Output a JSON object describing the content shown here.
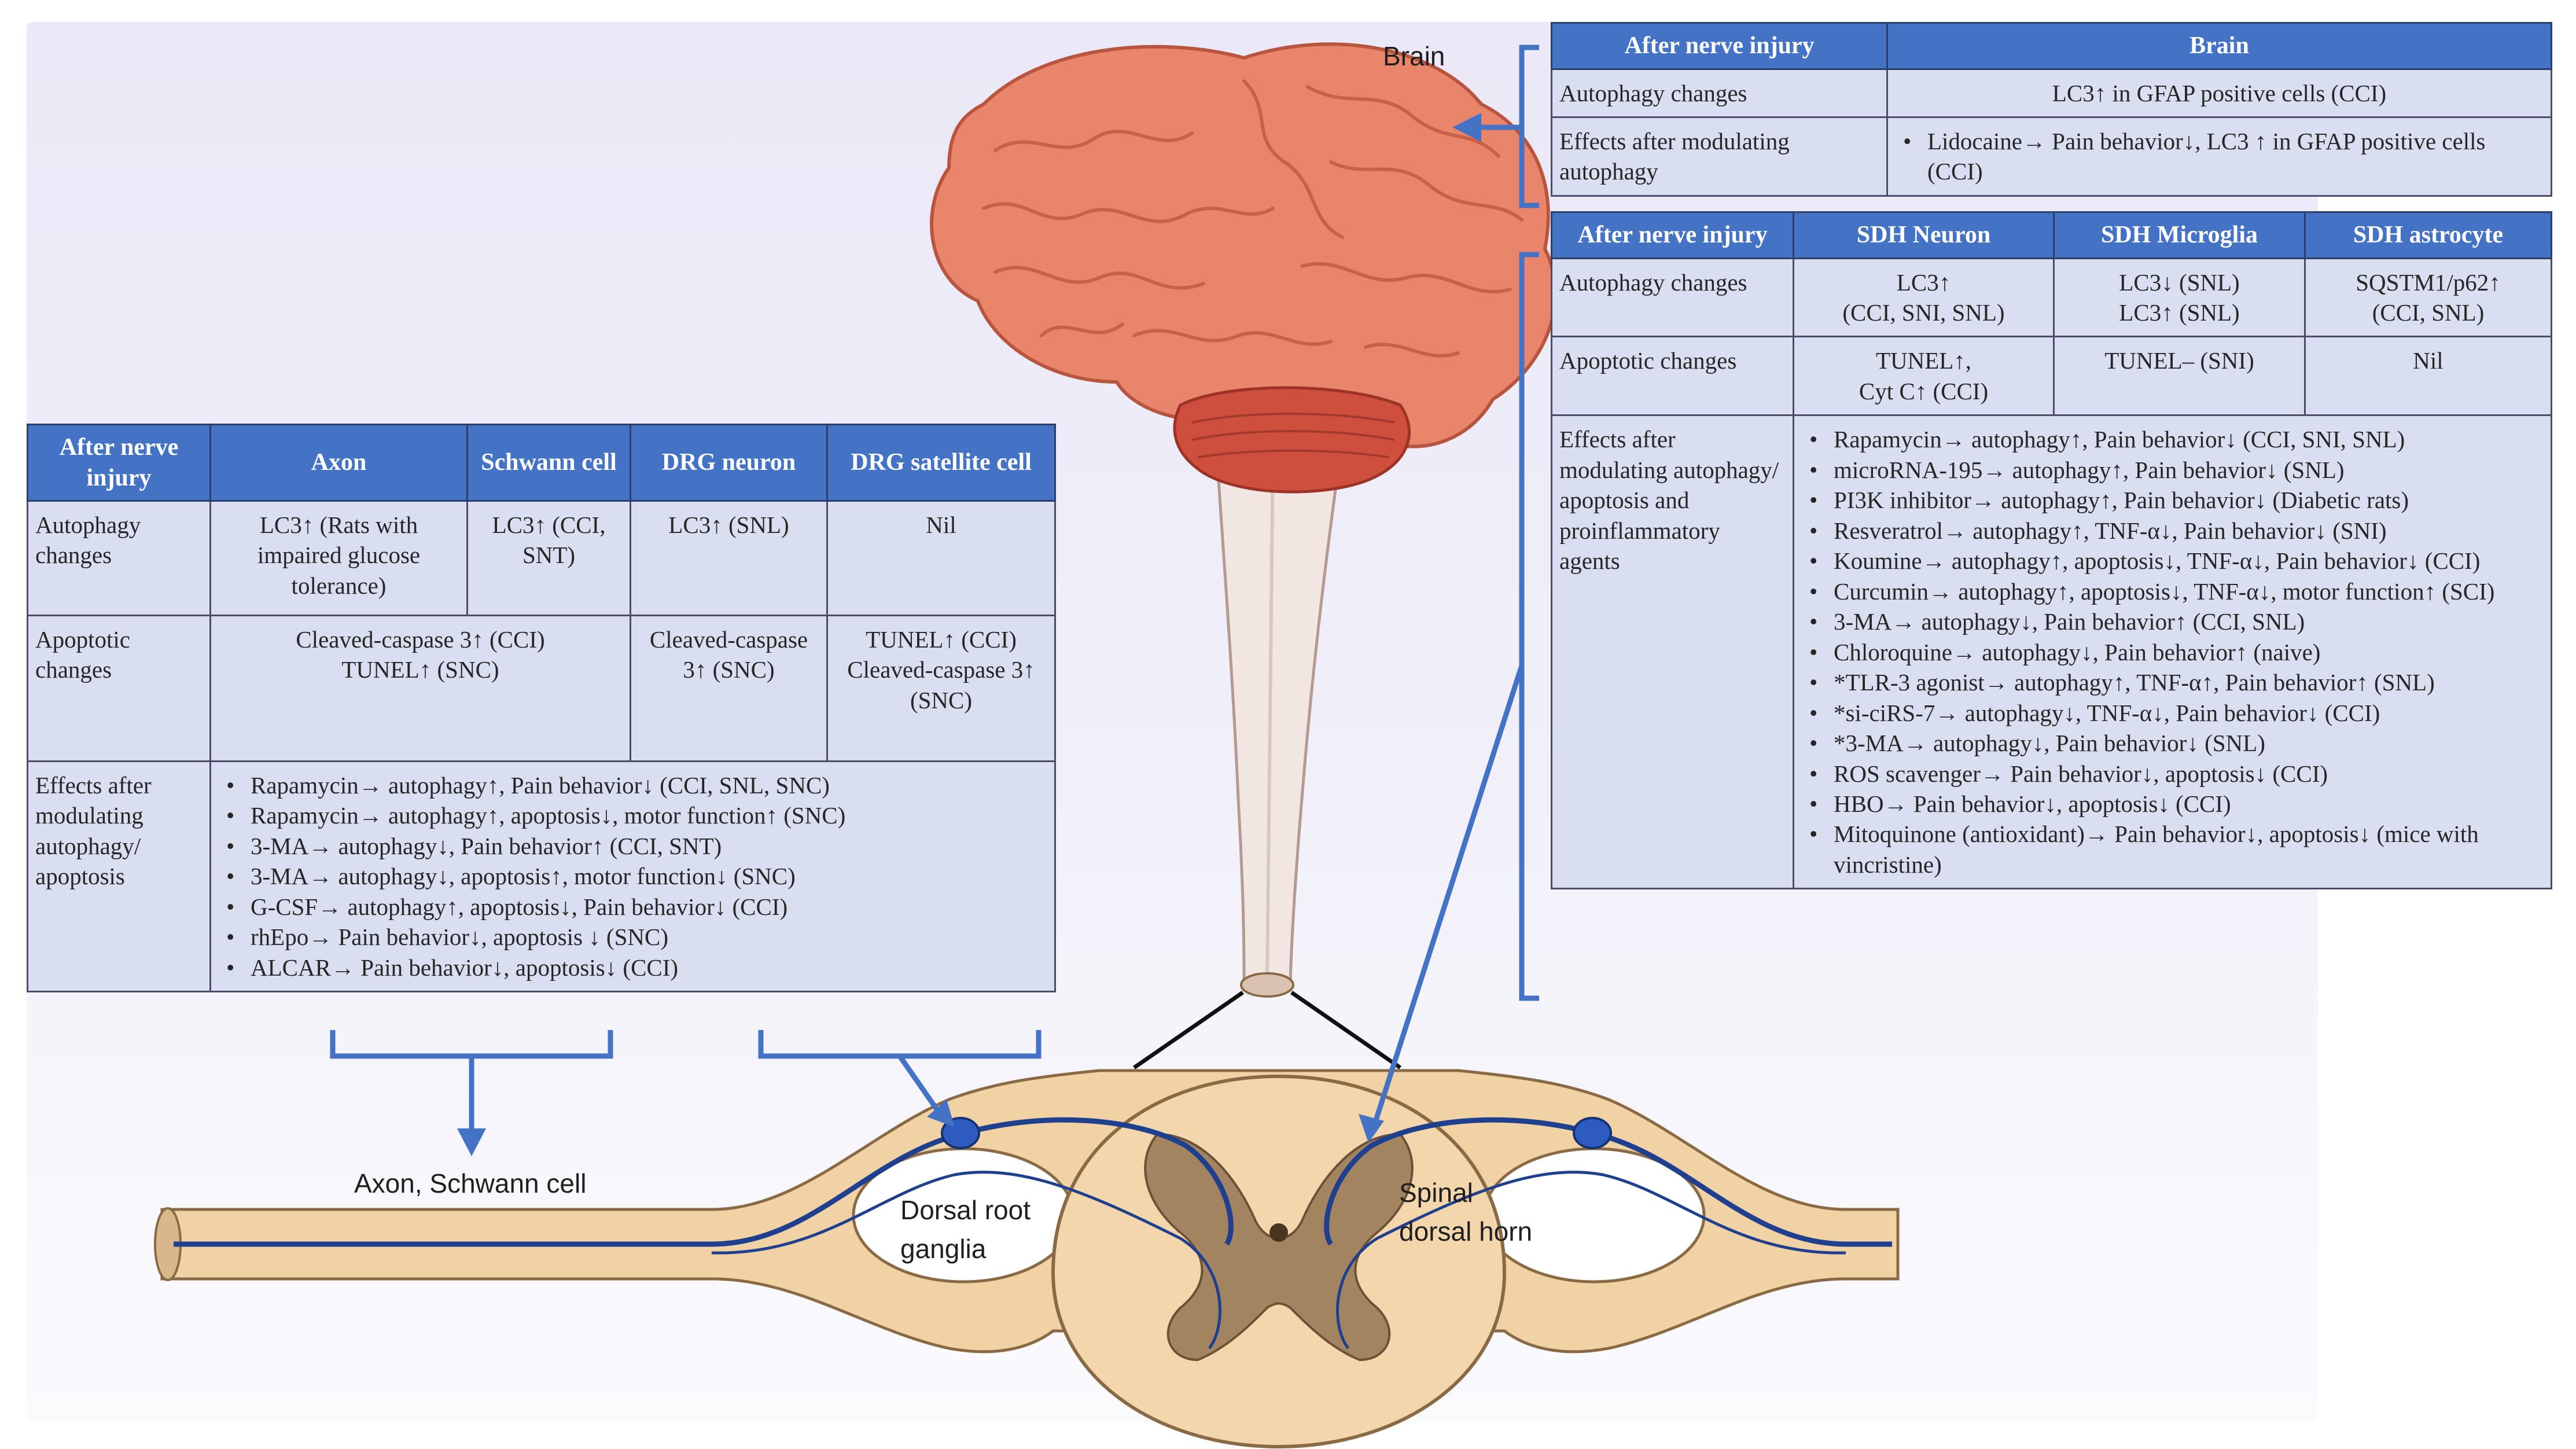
{
  "labels": {
    "brain": "Brain",
    "axon_schwann": "Axon, Schwann cell",
    "drg_1": "Dorsal root",
    "drg_2": "ganglia",
    "sdh_1": "Spinal",
    "sdh_2": "dorsal horn"
  },
  "colors": {
    "header": "#4472c4",
    "cell": "#d9dff0",
    "bracket": "#4472c4",
    "nerve": "#1f3f8f",
    "brain": "#e8856a",
    "spinal_cord": "#f1d2a4"
  },
  "peripheral_table": {
    "headers": [
      "After nerve injury",
      "Axon",
      "Schwann cell",
      "DRG neuron",
      "DRG satellite cell"
    ],
    "autophagy": {
      "label": "Autophagy changes",
      "axon": "LC3↑ (Rats with impaired glucose tolerance)",
      "schwann": "LC3↑ (CCI, SNT)",
      "drg_neuron": "LC3↑ (SNL)",
      "satellite": "Nil"
    },
    "apoptotic": {
      "label": "Apoptotic changes",
      "axon_schwann_1": "Cleaved-caspase 3↑ (CCI)",
      "axon_schwann_2": "TUNEL↑ (SNC)",
      "drg_neuron": "Cleaved-caspase 3↑ (SNC)",
      "satellite_1": "TUNEL↑ (CCI)",
      "satellite_2": "Cleaved-caspase 3↑ (SNC)"
    },
    "effects": {
      "label": "Effects after modulating autophagy/ apoptosis",
      "items": [
        "Rapamycin→ autophagy↑, Pain behavior↓ (CCI, SNL, SNC)",
        "Rapamycin→ autophagy↑, apoptosis↓, motor function↑ (SNC)",
        "3-MA→ autophagy↓, Pain behavior↑ (CCI, SNT)",
        "3-MA→ autophagy↓, apoptosis↑, motor function↓ (SNC)",
        "G-CSF→ autophagy↑, apoptosis↓, Pain behavior↓ (CCI)",
        "rhEpo→ Pain behavior↓, apoptosis ↓ (SNC)",
        "ALCAR→ Pain behavior↓, apoptosis↓ (CCI)"
      ]
    }
  },
  "brain_table": {
    "headers": [
      "After nerve injury",
      "Brain"
    ],
    "autophagy": {
      "label": "Autophagy changes",
      "value": "LC3↑ in GFAP positive cells (CCI)"
    },
    "effects": {
      "label": "Effects after modulating autophagy",
      "items": [
        "Lidocaine→ Pain behavior↓, LC3 ↑ in GFAP positive cells (CCI)"
      ]
    }
  },
  "sdh_table": {
    "headers": [
      "After nerve injury",
      "SDH Neuron",
      "SDH Microglia",
      "SDH astrocyte"
    ],
    "autophagy": {
      "label": "Autophagy changes",
      "neuron_1": "LC3↑",
      "neuron_2": "(CCI, SNI, SNL)",
      "microglia_1": "LC3↓ (SNL)",
      "microglia_2": "LC3↑ (SNL)",
      "astrocyte_1": "SQSTM1/p62↑",
      "astrocyte_2": "(CCI, SNL)"
    },
    "apoptotic": {
      "label": "Apoptotic changes",
      "neuron_1": "TUNEL↑,",
      "neuron_2": "Cyt C↑ (CCI)",
      "microglia": "TUNEL– (SNI)",
      "astrocyte": "Nil"
    },
    "effects": {
      "label": "Effects after modulating autophagy/ apoptosis and proinflammatory agents",
      "items": [
        "Rapamycin→ autophagy↑, Pain behavior↓ (CCI, SNI, SNL)",
        "microRNA-195→ autophagy↑, Pain behavior↓ (SNL)",
        "PI3K inhibitor→ autophagy↑, Pain behavior↓ (Diabetic rats)",
        "Resveratrol→ autophagy↑, TNF-α↓, Pain behavior↓ (SNI)",
        "Koumine→ autophagy↑, apoptosis↓, TNF-α↓, Pain behavior↓ (CCI)",
        "Curcumin→ autophagy↑, apoptosis↓, TNF-α↓, motor function↑ (SCI)",
        "3-MA→ autophagy↓, Pain behavior↑ (CCI, SNL)",
        "Chloroquine→ autophagy↓, Pain behavior↑ (naive)",
        "*TLR-3 agonist→ autophagy↑, TNF-α↑, Pain behavior↑ (SNL)",
        "*si-ciRS-7→ autophagy↓, TNF-α↓, Pain behavior↓ (CCI)",
        "*3-MA→ autophagy↓, Pain behavior↓ (SNL)",
        "ROS scavenger→ Pain behavior↓, apoptosis↓ (CCI)",
        "HBO→ Pain behavior↓, apoptosis↓ (CCI)",
        "Mitoquinone (antioxidant)→ Pain behavior↓, apoptosis↓ (mice with vincristine)"
      ]
    }
  }
}
